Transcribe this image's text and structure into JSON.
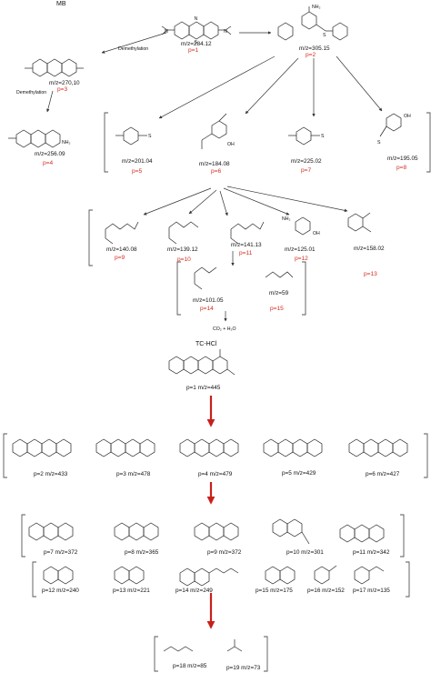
{
  "section_mb": "MB",
  "section_tc": "TC-HCl",
  "label_demethylation_1": "Demethylation",
  "label_demethylation_2": "Demethylation",
  "label_co2": "CO₂ + H₂O",
  "atom_labels": {
    "n": "N",
    "s": "S",
    "o": "O",
    "nh2": "NH₂",
    "oh": "OH"
  },
  "mb_compounds": [
    {
      "mz": "m/z=284.12",
      "p": "p=1"
    },
    {
      "mz": "m/z=305.15",
      "p": "p=2"
    },
    {
      "mz": "m/z=270,10",
      "p": "p=3"
    },
    {
      "mz": "m/z=256.09",
      "p": "p=4"
    },
    {
      "mz": "m/z=201.04",
      "p": "p=5"
    },
    {
      "mz": "m/z=184.08",
      "p": "p=6"
    },
    {
      "mz": "m/z=225.02",
      "p": "p=7"
    },
    {
      "mz": "m/z=195.05",
      "p": "p=8"
    },
    {
      "mz": "m/z=140.08",
      "p": "p=9"
    },
    {
      "mz": "m/z=139.12",
      "p": "p=10"
    },
    {
      "mz": "m/z=141.13",
      "p": "p=11"
    },
    {
      "mz": "m/z=125.01",
      "p": "p=12"
    },
    {
      "mz": "m/z=158.02",
      "p": "p=13"
    },
    {
      "mz": "m/z=101.05",
      "p": "p=14"
    },
    {
      "mz": "m/z=59",
      "p": "p=15"
    }
  ],
  "tc_compounds": [
    "p=1 m/z=445",
    "p=2 m/z=433",
    "p=3 m/z=478",
    "p=4 m/z=479",
    "p=5 m/z=429",
    "p=6 m/z=427",
    "p=7 m/z=372",
    "p=8 m/z=365",
    "p=9 m/z=372",
    "p=10 m/z=301",
    "p=11 m/z=342",
    "p=12 m/z=240",
    "p=13 m/z=221",
    "p=14 m/z=249",
    "p=15 m/z=175",
    "p=16 m/z=152",
    "p=17 m/z=135",
    "p=18 m/z=85",
    "p=19 m/z=73"
  ],
  "colors": {
    "label_red": "#d42b1e",
    "arrow_red": "#c8201a",
    "sulfur": "#d4a000",
    "heteroatom": "#d42b7a",
    "nitrogen": "#2a3fb5"
  }
}
